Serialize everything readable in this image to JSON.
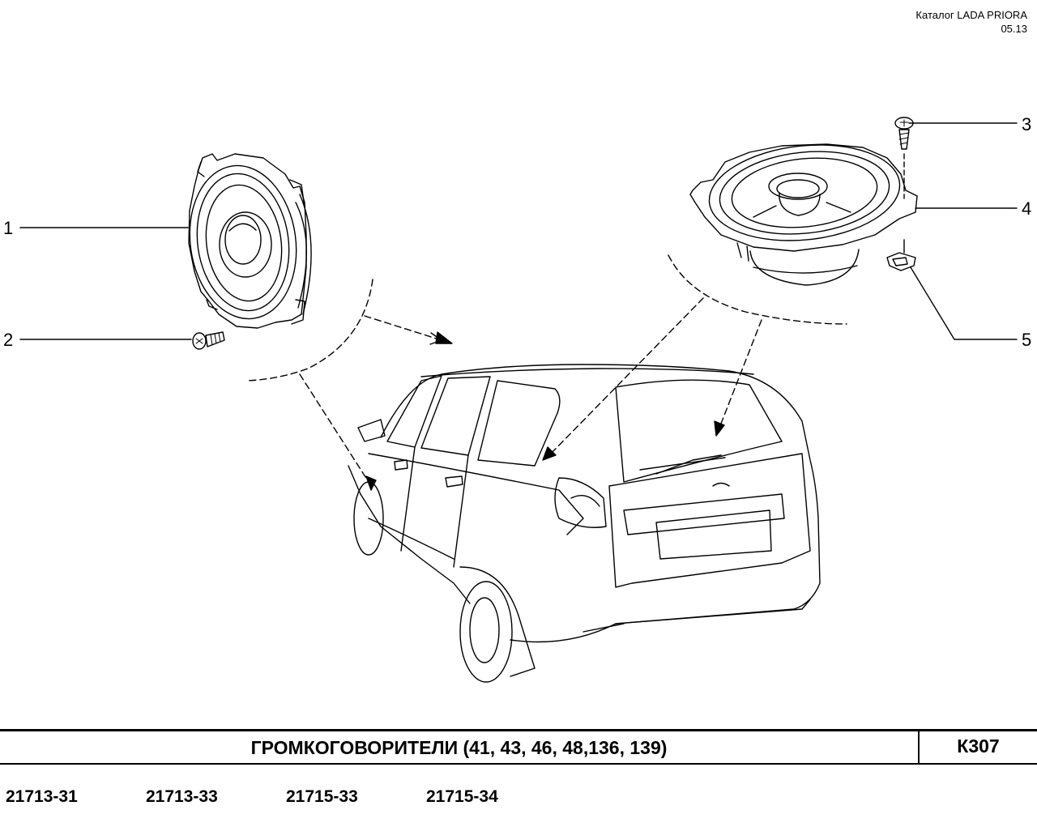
{
  "header": {
    "catalog": "Каталог  LADA  PRIORA",
    "date": "05.13"
  },
  "callouts": [
    "1",
    "2",
    "3",
    "4",
    "5"
  ],
  "title": "ГРОМКОГОВОРИТЕЛИ  (41, 43, 46, 48,136, 139)",
  "page_code": "К307",
  "models": [
    "21713-31",
    "21713-33",
    "21715-33",
    "21715-34"
  ]
}
